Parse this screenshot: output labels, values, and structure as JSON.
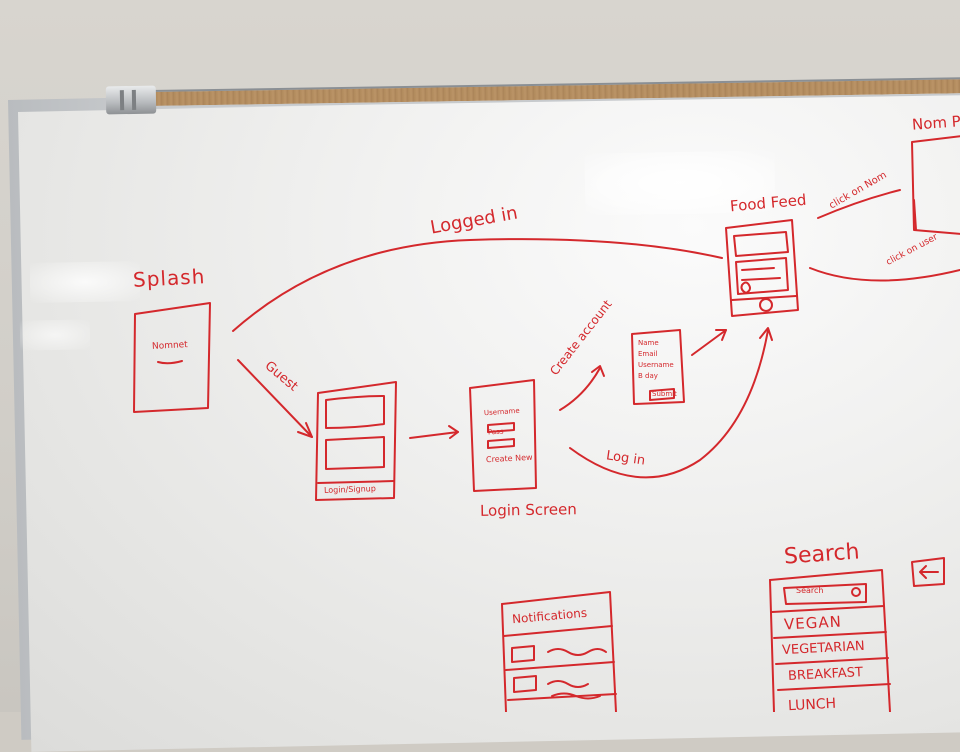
{
  "ink_color": "#d4282c",
  "labels": {
    "splash": "Splash",
    "nomnet": "Nomnet",
    "logged_in": "Logged in",
    "guest": "Guest",
    "login_signup": "Login/Signup",
    "login_screen": "Login Screen",
    "login_username": "Username",
    "login_pass": "Pass",
    "login_create_new": "Create New",
    "create_account": "Create account",
    "login_arrow": "Log in",
    "form_name": "Name",
    "form_email": "Email",
    "form_username": "Username",
    "form_bday": "B day",
    "form_submit": "Submit",
    "food_feed": "Food Feed",
    "click_on_nom": "click on Nom",
    "click_on_user": "click on user",
    "nom_page": "Nom P",
    "search": "Search",
    "search_box": "Search",
    "search_vegan": "VEGAN",
    "search_vegetarian": "VEGETARIAN",
    "search_breakfast": "BREAKFAST",
    "search_lunch": "LUNCH",
    "notifications": "Notifications"
  }
}
